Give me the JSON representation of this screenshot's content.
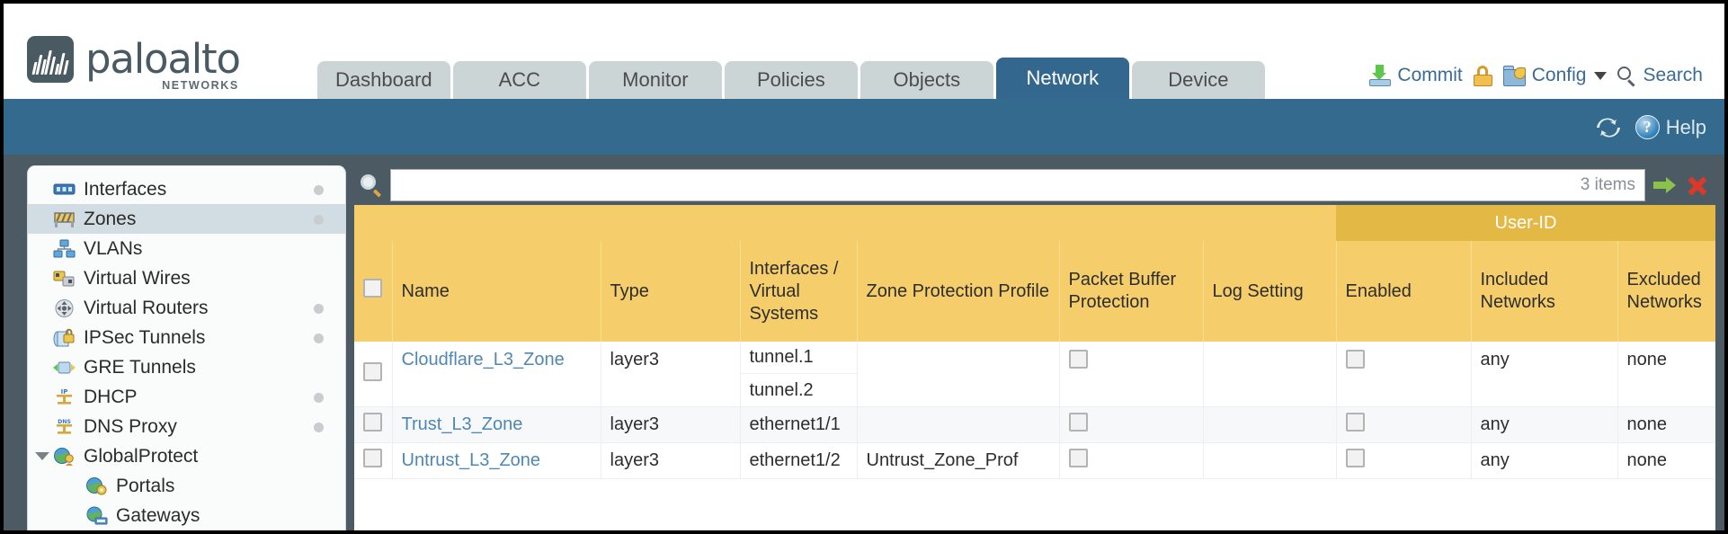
{
  "brand": {
    "name": "paloalto",
    "tagline": "NETWORKS",
    "registered": "®"
  },
  "nav": {
    "tabs": [
      {
        "label": "Dashboard",
        "active": false
      },
      {
        "label": "ACC",
        "active": false
      },
      {
        "label": "Monitor",
        "active": false
      },
      {
        "label": "Policies",
        "active": false
      },
      {
        "label": "Objects",
        "active": false
      },
      {
        "label": "Network",
        "active": true
      },
      {
        "label": "Device",
        "active": false
      }
    ],
    "active_tab": "Network"
  },
  "top_actions": {
    "commit_label": "Commit",
    "commit_icon": "commit-download-icon",
    "lock_icon": "padlock-icon",
    "config_label": "Config",
    "config_icon": "config-folder-wrench-icon",
    "config_caret": "chevron-down-icon",
    "search_label": "Search",
    "search_icon": "search-magnifier-icon"
  },
  "band": {
    "refresh_icon": "refresh-icon",
    "help_label": "Help",
    "help_icon": "help-question-icon"
  },
  "sidebar": {
    "items": [
      {
        "label": "Interfaces",
        "icon": "interfaces-icon",
        "dot": true,
        "selected": false,
        "indent": false,
        "expander": false
      },
      {
        "label": "Zones",
        "icon": "zones-icon",
        "dot": true,
        "selected": true,
        "indent": false,
        "expander": false
      },
      {
        "label": "VLANs",
        "icon": "vlans-icon",
        "dot": false,
        "selected": false,
        "indent": false,
        "expander": false
      },
      {
        "label": "Virtual Wires",
        "icon": "virtual-wires-icon",
        "dot": false,
        "selected": false,
        "indent": false,
        "expander": false
      },
      {
        "label": "Virtual Routers",
        "icon": "virtual-routers-icon",
        "dot": true,
        "selected": false,
        "indent": false,
        "expander": false
      },
      {
        "label": "IPSec Tunnels",
        "icon": "ipsec-tunnels-icon",
        "dot": true,
        "selected": false,
        "indent": false,
        "expander": false
      },
      {
        "label": "GRE Tunnels",
        "icon": "gre-tunnels-icon",
        "dot": false,
        "selected": false,
        "indent": false,
        "expander": false
      },
      {
        "label": "DHCP",
        "icon": "dhcp-icon",
        "dot": true,
        "selected": false,
        "indent": false,
        "expander": false
      },
      {
        "label": "DNS Proxy",
        "icon": "dns-proxy-icon",
        "dot": true,
        "selected": false,
        "indent": false,
        "expander": false
      },
      {
        "label": "GlobalProtect",
        "icon": "globalprotect-icon",
        "dot": false,
        "selected": false,
        "indent": false,
        "expander": true
      },
      {
        "label": "Portals",
        "icon": "portals-icon",
        "dot": false,
        "selected": false,
        "indent": true,
        "expander": false
      },
      {
        "label": "Gateways",
        "icon": "gateways-icon",
        "dot": false,
        "selected": false,
        "indent": true,
        "expander": false
      }
    ]
  },
  "search": {
    "value": "",
    "placeholder": "",
    "item_count": "3 items",
    "magnifier_icon": "search-magnifier-icon",
    "go_icon": "green-arrow-apply-icon",
    "clear_icon": "red-x-clear-icon"
  },
  "table": {
    "group_header": {
      "label": "User-ID",
      "spans": 3
    },
    "columns": [
      {
        "key": "check",
        "label": ""
      },
      {
        "key": "name",
        "label": "Name"
      },
      {
        "key": "type",
        "label": "Type"
      },
      {
        "key": "ifaces",
        "label": "Interfaces / Virtual Systems"
      },
      {
        "key": "zpp",
        "label": "Zone Protection Profile"
      },
      {
        "key": "pbp",
        "label": "Packet Buffer Protection"
      },
      {
        "key": "logset",
        "label": "Log Setting"
      },
      {
        "key": "enabled",
        "label": "Enabled"
      },
      {
        "key": "incl",
        "label": "Included Networks"
      },
      {
        "key": "excl",
        "label": "Excluded Networks"
      }
    ],
    "rows": [
      {
        "selected": false,
        "name": "Cloudflare_L3_Zone",
        "type": "layer3",
        "interfaces": [
          "tunnel.1",
          "tunnel.2"
        ],
        "zone_protection_profile": "",
        "packet_buffer_protection": false,
        "log_setting": "",
        "userid_enabled": false,
        "included_networks": "any",
        "excluded_networks": "none"
      },
      {
        "selected": false,
        "name": "Trust_L3_Zone",
        "type": "layer3",
        "interfaces": [
          "ethernet1/1"
        ],
        "zone_protection_profile": "",
        "packet_buffer_protection": false,
        "log_setting": "",
        "userid_enabled": false,
        "included_networks": "any",
        "excluded_networks": "none"
      },
      {
        "selected": false,
        "name": "Untrust_L3_Zone",
        "type": "layer3",
        "interfaces": [
          "ethernet1/2"
        ],
        "zone_protection_profile": "Untrust_Zone_Prof",
        "packet_buffer_protection": false,
        "log_setting": "",
        "userid_enabled": false,
        "included_networks": "any",
        "excluded_networks": "none"
      }
    ]
  },
  "colors": {
    "brand_slate": "#4a5a63",
    "tab_active": "#33678d",
    "tab_inactive": "#ccd5d6",
    "band_blue": "#336a8e",
    "work_bg": "#4c5a63",
    "header_gold": "#f5ce6b",
    "group_gold": "#e3b845",
    "link_blue": "#4f87b3",
    "row_alt": "#f7f8f9"
  }
}
